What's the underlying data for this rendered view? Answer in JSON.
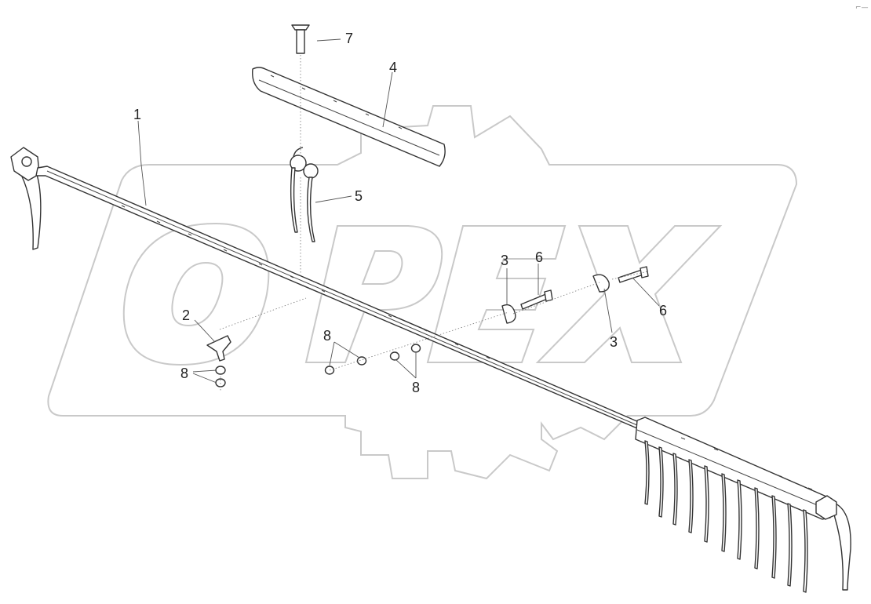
{
  "watermark": {
    "text": "OPEX"
  },
  "corner_mark": "⌐—",
  "callouts": [
    {
      "id": "c1",
      "text": "1"
    },
    {
      "id": "c2",
      "text": "2"
    },
    {
      "id": "c3a",
      "text": "3"
    },
    {
      "id": "c3b",
      "text": "3"
    },
    {
      "id": "c4",
      "text": "4"
    },
    {
      "id": "c5",
      "text": "5"
    },
    {
      "id": "c6a",
      "text": "6"
    },
    {
      "id": "c6b",
      "text": "6"
    },
    {
      "id": "c7",
      "text": "7"
    },
    {
      "id": "c8a",
      "text": "8"
    },
    {
      "id": "c8b",
      "text": "8"
    },
    {
      "id": "c8c",
      "text": "8"
    }
  ]
}
